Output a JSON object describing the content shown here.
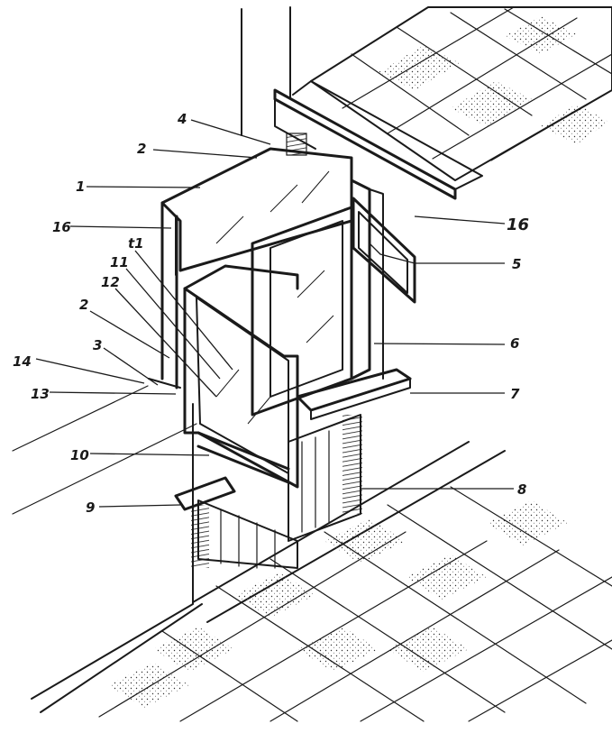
{
  "labels": {
    "l1": "1",
    "l2a": "2",
    "l2b": "2",
    "l3": "3",
    "l4": "4",
    "l5": "5",
    "l6": "6",
    "l7": "7",
    "l8": "8",
    "l9": "9",
    "l10": "10",
    "l11": "11",
    "l12": "12",
    "l13": "13",
    "l14": "14",
    "l16a": "16",
    "l16b": "16",
    "lt": "t1"
  }
}
